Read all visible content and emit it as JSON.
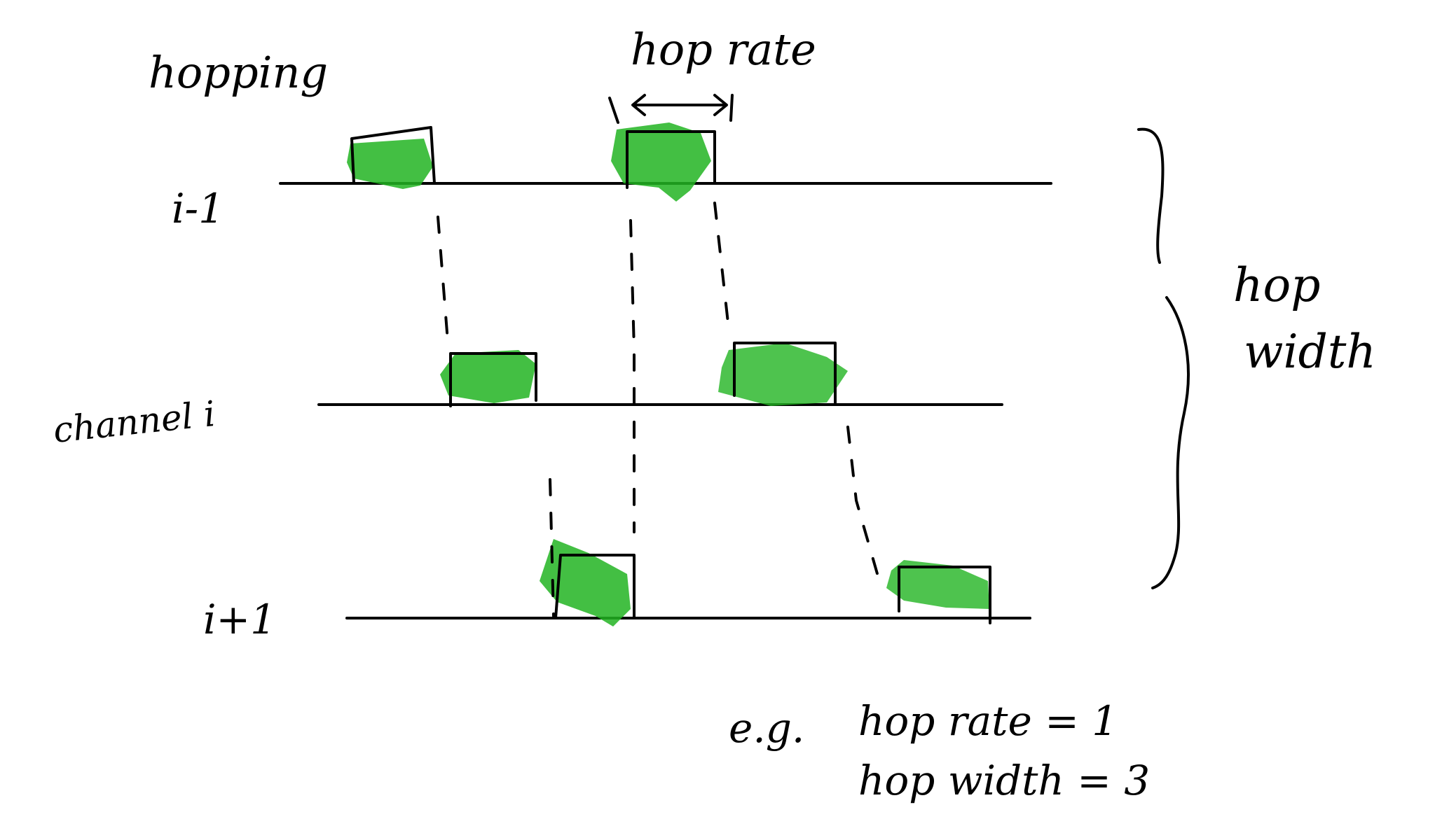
{
  "title": "hopping",
  "hop_rate_label": "hop rate",
  "rows": [
    {
      "label": "i-1"
    },
    {
      "label": "channel i"
    },
    {
      "label": "i+1"
    }
  ],
  "brace_label_line1": "hop",
  "brace_label_line2": "width",
  "example": {
    "prefix": "e.g.",
    "line1": "hop rate = 1",
    "line2": "hop width = 3"
  },
  "colors": {
    "ink": "#000000",
    "highlight": "#22b422"
  }
}
